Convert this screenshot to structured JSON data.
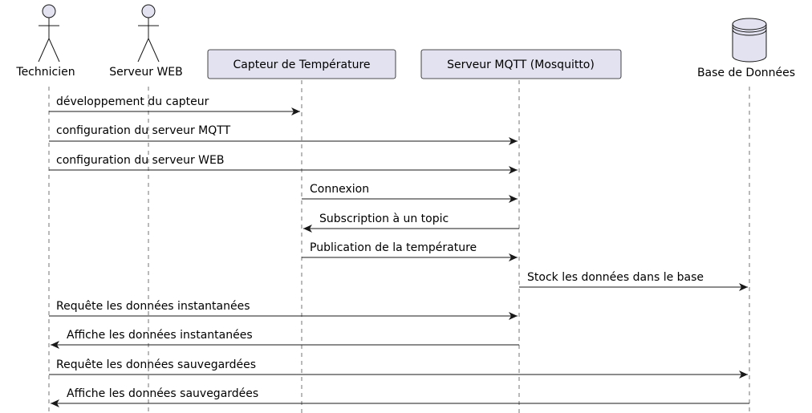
{
  "participants": [
    {
      "id": "technicien",
      "label": "Technicien",
      "kind": "actor"
    },
    {
      "id": "web",
      "label": "Serveur WEB",
      "kind": "actor"
    },
    {
      "id": "capteur",
      "label": "Capteur de Température",
      "kind": "box"
    },
    {
      "id": "mqtt",
      "label": "Serveur MQTT (Mosquitto)",
      "kind": "box"
    },
    {
      "id": "db",
      "label": "Base de Données",
      "kind": "database"
    }
  ],
  "messages": [
    {
      "from": "technicien",
      "to": "capteur",
      "label": "développement du capteur"
    },
    {
      "from": "technicien",
      "to": "mqtt",
      "label": "configuration du serveur MQTT"
    },
    {
      "from": "technicien",
      "to": "mqtt",
      "label": "configuration du serveur WEB"
    },
    {
      "from": "capteur",
      "to": "mqtt",
      "label": "Connexion"
    },
    {
      "from": "mqtt",
      "to": "capteur",
      "label": "Subscription à un topic"
    },
    {
      "from": "capteur",
      "to": "mqtt",
      "label": "Publication de la température"
    },
    {
      "from": "mqtt",
      "to": "db",
      "label": "Stock les données dans le base"
    },
    {
      "from": "technicien",
      "to": "mqtt",
      "label": "Requête les données instantanées"
    },
    {
      "from": "mqtt",
      "to": "technicien",
      "label": "Affiche les données instantanées"
    },
    {
      "from": "technicien",
      "to": "db",
      "label": "Requête les données sauvegardées"
    },
    {
      "from": "db",
      "to": "technicien",
      "label": "Affiche les données sauvegardées"
    }
  ],
  "colors": {
    "participant_fill": "#e2e2f0",
    "participant_stroke": "#181818",
    "lifeline": "#181818",
    "arrow": "#181818"
  }
}
